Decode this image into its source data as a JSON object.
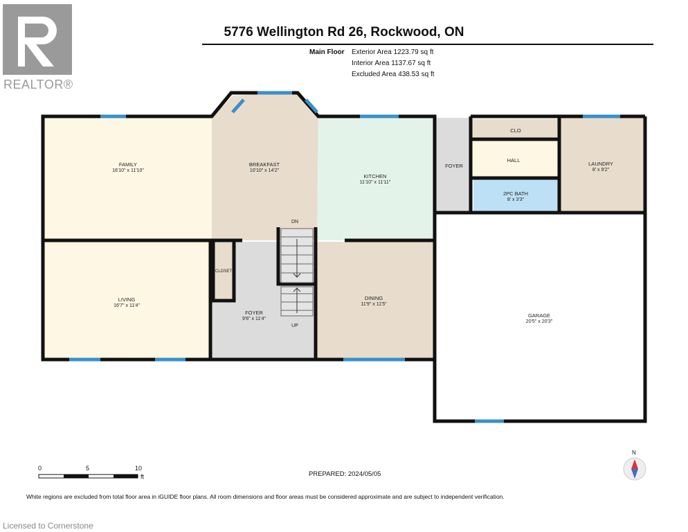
{
  "header": {
    "title": "5776 Wellington Rd 26, Rockwood, ON",
    "floor": "Main Floor",
    "exterior_area": "Exterior Area 1223.79 sq ft",
    "interior_area": "Interior Area 1137.67 sq ft",
    "excluded_area": "Excluded Area 438.53 sq ft"
  },
  "brand": {
    "name": "REALTOR®",
    "licensed": "Licensed to Cornerstone"
  },
  "rooms": {
    "family": {
      "name": "FAMILY",
      "dims": "16'10\" x 11'10\""
    },
    "breakfast": {
      "name": "BREAKFAST",
      "dims": "10'10\" x 14'2\""
    },
    "kitchen": {
      "name": "KITCHEN",
      "dims": "11'10\" x 11'11\""
    },
    "foyer_side": {
      "name": "FOYER"
    },
    "clo": {
      "name": "CLO"
    },
    "hall": {
      "name": "HALL"
    },
    "bath": {
      "name": "2PC BATH",
      "dims": "8' x 3'3\""
    },
    "laundry": {
      "name": "LAUNDRY",
      "dims": "8' x 9'2\""
    },
    "living": {
      "name": "LIVING",
      "dims": "16'7\" x 11'4\""
    },
    "closet": {
      "name": "CLOSET"
    },
    "foyer": {
      "name": "FOYER",
      "dims": "9'6\" x 11'4\""
    },
    "dining": {
      "name": "DINING",
      "dims": "11'9\" x 11'5\""
    },
    "garage": {
      "name": "GARAGE",
      "dims": "20'5\" x 20'3\""
    },
    "stairs_dn": "DN",
    "stairs_up": "UP"
  },
  "scale": {
    "labels": [
      "0",
      "5",
      "10"
    ],
    "unit": "ft"
  },
  "compass": "N",
  "prepared": "PREPARED: 2024/05/05",
  "footer": "White regions are excluded from total floor area in iGUIDE floor plans. All room dimensions and floor areas must be considered approximate and are subject to independent verification.",
  "colors": {
    "wall": "#111111",
    "window": "#3a8fc9",
    "family": "#fdf7e4",
    "breakfast": "#e8ddcc",
    "kitchen": "#e4f3ea",
    "bath": "#bde0f6",
    "grey": "#dcdcdc"
  }
}
